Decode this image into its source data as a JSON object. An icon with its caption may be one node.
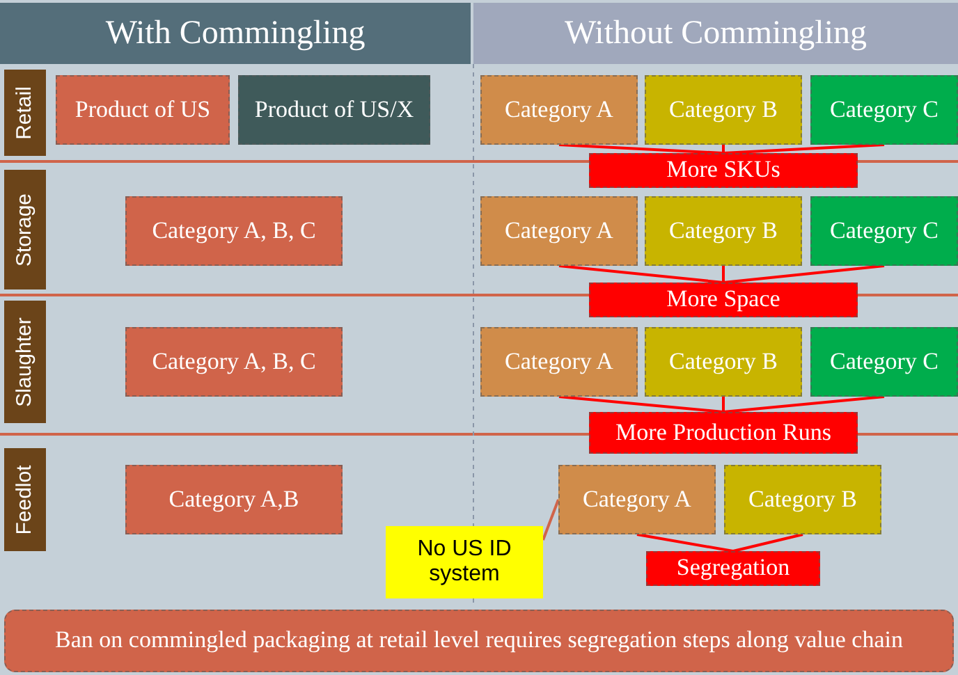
{
  "diagram": {
    "nodes": [
      {
        "text": [
          "With Commingling"
        ]
      },
      {
        "text": [
          "Without Commingling"
        ]
      },
      {
        "text": [
          "Retail"
        ]
      },
      {
        "text": [
          "Product of US"
        ]
      },
      {
        "text": [
          "Product of US/X"
        ]
      },
      {
        "text": [
          "Category A"
        ]
      },
      {
        "text": [
          "Category B"
        ]
      },
      {
        "text": [
          "Category C"
        ]
      },
      {
        "text": [
          "More SKUs"
        ]
      },
      {
        "text": [
          "Storage"
        ]
      },
      {
        "text": [
          "Category A, B, C"
        ]
      },
      {
        "text": [
          "Category A"
        ]
      },
      {
        "text": [
          "Category B"
        ]
      },
      {
        "text": [
          "Category C"
        ]
      },
      {
        "text": [
          "More Space"
        ]
      },
      {
        "text": [
          "Slaughter"
        ]
      },
      {
        "text": [
          "Category A, B, C"
        ]
      },
      {
        "text": [
          "Category A"
        ]
      },
      {
        "text": [
          "Category B"
        ]
      },
      {
        "text": [
          "Category C"
        ]
      },
      {
        "text": [
          "More Production Runs"
        ]
      },
      {
        "text": [
          "Feedlot"
        ]
      },
      {
        "text": [
          "Category A,B"
        ]
      },
      {
        "text": [
          "Category A"
        ]
      },
      {
        "text": [
          "Category B"
        ]
      },
      {
        "text": [
          "No US ID system"
        ]
      },
      {
        "text": [
          "Segregation"
        ]
      },
      {
        "text": [
          "Ban on commingled packaging at retail level requires segregation steps along value chain"
        ]
      }
    ],
    "edges": [
      {
        "from": 5,
        "to": 8,
        "arrow": "none"
      },
      {
        "from": 6,
        "to": 8,
        "arrow": "none"
      },
      {
        "from": 7,
        "to": 8,
        "arrow": "none"
      },
      {
        "from": 11,
        "to": 14,
        "arrow": "none"
      },
      {
        "from": 12,
        "to": 14,
        "arrow": "none"
      },
      {
        "from": 13,
        "to": 14,
        "arrow": "none"
      },
      {
        "from": 17,
        "to": 20,
        "arrow": "none"
      },
      {
        "from": 18,
        "to": 20,
        "arrow": "none"
      },
      {
        "from": 19,
        "to": 20,
        "arrow": "none"
      },
      {
        "from": 23,
        "to": 26,
        "arrow": "none"
      },
      {
        "from": 24,
        "to": 26,
        "arrow": "none"
      },
      {
        "from": 25,
        "to": 23,
        "arrow": "none",
        "color": "#d0644a"
      }
    ]
  }
}
